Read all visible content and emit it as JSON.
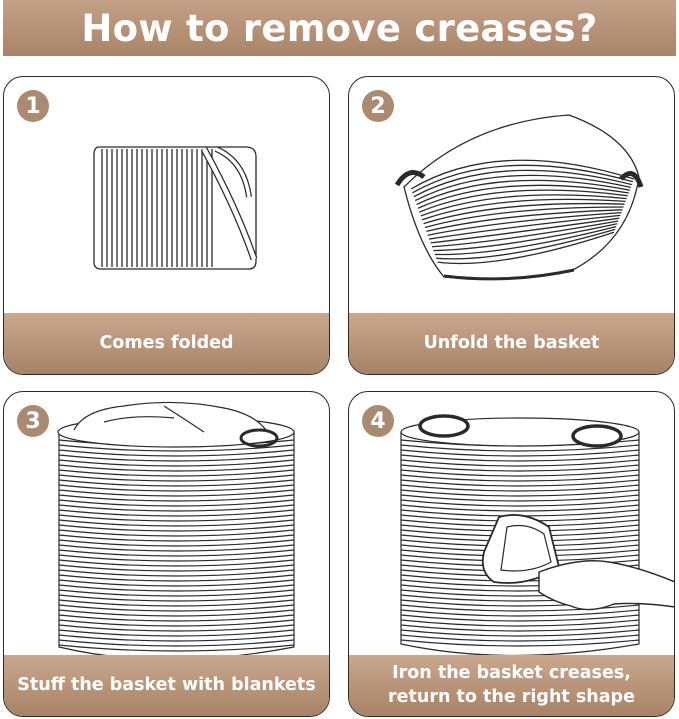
{
  "title": "How to remove creases?",
  "steps": [
    {
      "number": "1",
      "caption": "Comes folded",
      "illustration": "folded-basket"
    },
    {
      "number": "2",
      "caption": "Unfold the basket",
      "illustration": "unfolded-basket"
    },
    {
      "number": "3",
      "caption": "Stuff the basket with blankets",
      "illustration": "stuffed-basket"
    },
    {
      "number": "4",
      "caption_line1": "Iron the basket creases,",
      "caption_line2": "return to the right shape",
      "illustration": "ironing-basket"
    }
  ],
  "colors": {
    "banner": "#b08c70",
    "caption": "#b08c70",
    "badge": "#ab8a72",
    "line": "#2a2a2a"
  }
}
